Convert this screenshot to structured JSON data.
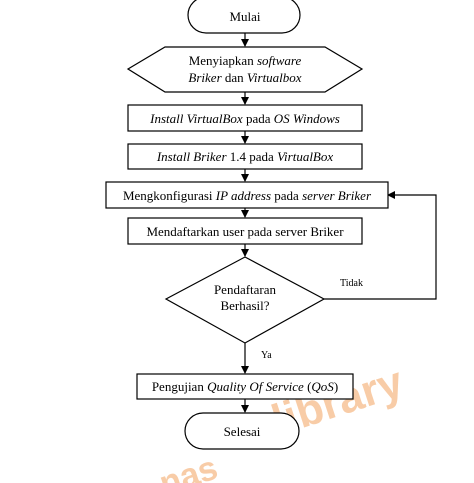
{
  "watermark": {
    "text": "library",
    "prefix": "nas",
    "color": "#f4a460"
  },
  "nodes": {
    "start": "Mulai",
    "prepare": {
      "line1": "Menyiapkan ",
      "line1_italic": "software",
      "line2_italic_a": "Briker",
      "line2_mid": " dan ",
      "line2_italic_b": "Virtualbox"
    },
    "install_vbox": {
      "italic_a": "Install  VirtualBox",
      "mid": " pada ",
      "italic_b": "OS Windows"
    },
    "install_briker": {
      "italic_a": "Install Briker",
      "mid": " 1.4 pada ",
      "italic_b": "VirtualBox"
    },
    "configure": {
      "pre": "Mengkonfigurasi ",
      "italic_a": "IP address",
      "mid": " pada ",
      "italic_b": "server Briker"
    },
    "register": "Mendaftarkan user pada server Briker",
    "decision": {
      "line1": "Pendaftaran",
      "line2": "Berhasil?"
    },
    "testing": {
      "pre": "Pengujian ",
      "italic_a": "Quality Of Service",
      "mid": " (",
      "italic_b": "QoS",
      "post": ")"
    },
    "end": "Selesai"
  },
  "edges": {
    "no_label": "Tidak",
    "yes_label": "Ya"
  }
}
